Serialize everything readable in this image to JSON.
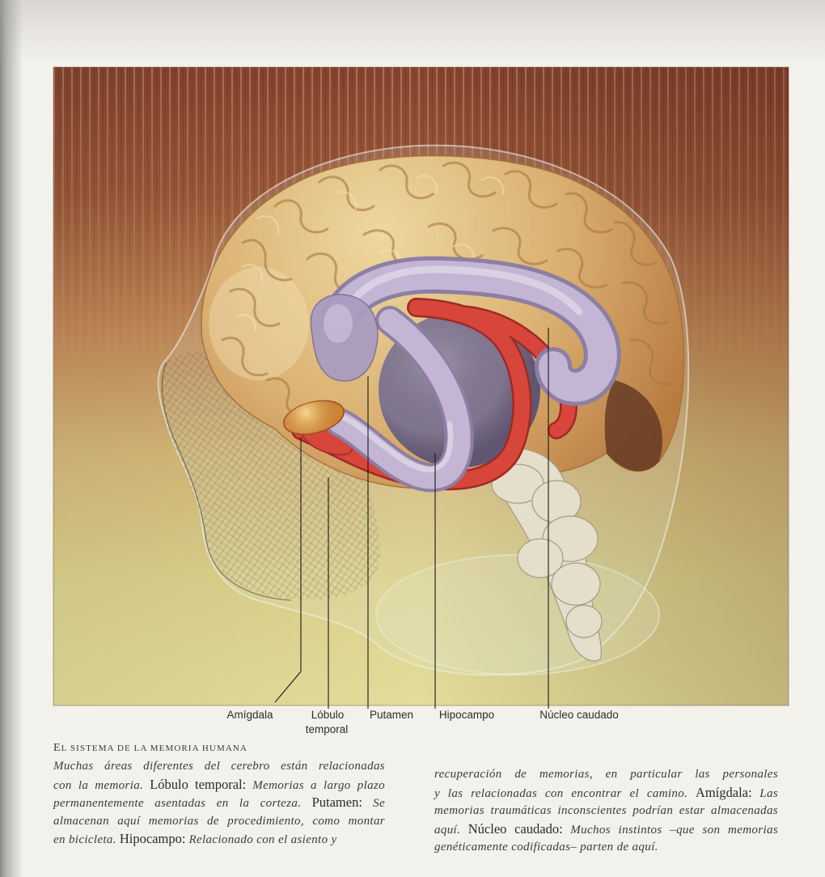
{
  "figure": {
    "labels": {
      "amygdala": "Amígdala",
      "temporal_lobe_line1": "Lóbulo",
      "temporal_lobe_line2": "temporal",
      "putamen": "Putamen",
      "hippocampus": "Hipocampo",
      "caudate_nucleus": "Núcleo caudado"
    },
    "palette": {
      "putamen": "#7f7699",
      "caudate": "#c3b5d3",
      "red_structure": "#d8453a",
      "amygdala": "#e39a3e",
      "brainstem": "#e4decb"
    }
  },
  "caption": {
    "heading": "EL SISTEMA DE LA MEMORIA HUMANA",
    "left_column": [
      [
        "Muchas áreas diferentes del cerebro están relacionadas"
      ],
      [
        "con la memoria.",
        "Lóbulo temporal:",
        "Memorias a largo plazo"
      ],
      [
        "permanentemente asentadas en la corteza.",
        "Putamen:",
        "Se"
      ],
      [
        "almacenan aquí memorias de procedimiento, como montar"
      ],
      [
        "en bicicleta.",
        "Hipocampo:",
        "Relacionado con el asiento y"
      ]
    ],
    "right_column": [
      [
        "recuperación de memorias, en particular las personales"
      ],
      [
        "y las relacionadas con encontrar el camino.",
        "Amígdala:",
        "Las"
      ],
      [
        "memorias traumáticas inconscientes podrían estar almacenadas"
      ],
      [
        "aquí.",
        "Núcleo caudado:",
        "Muchos instintos –que son memorias"
      ],
      [
        "genéticamente codificadas– parten de aquí."
      ]
    ]
  }
}
